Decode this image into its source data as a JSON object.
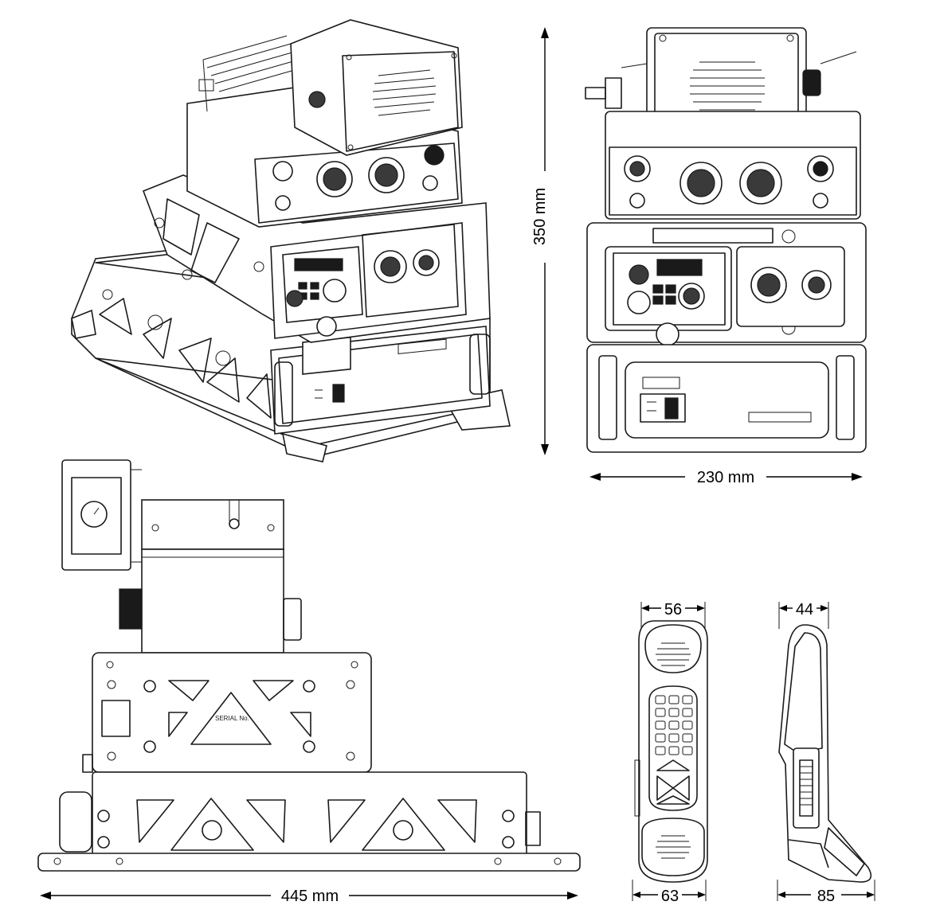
{
  "dimensions": {
    "height": "350 mm",
    "width": "230 mm",
    "length": "445 mm",
    "handset_top_width": "56",
    "handset_bottom_width": "63",
    "handset_top_depth": "44",
    "handset_bottom_depth": "85"
  },
  "panel_labels": {
    "serial": "SERIAL No."
  }
}
